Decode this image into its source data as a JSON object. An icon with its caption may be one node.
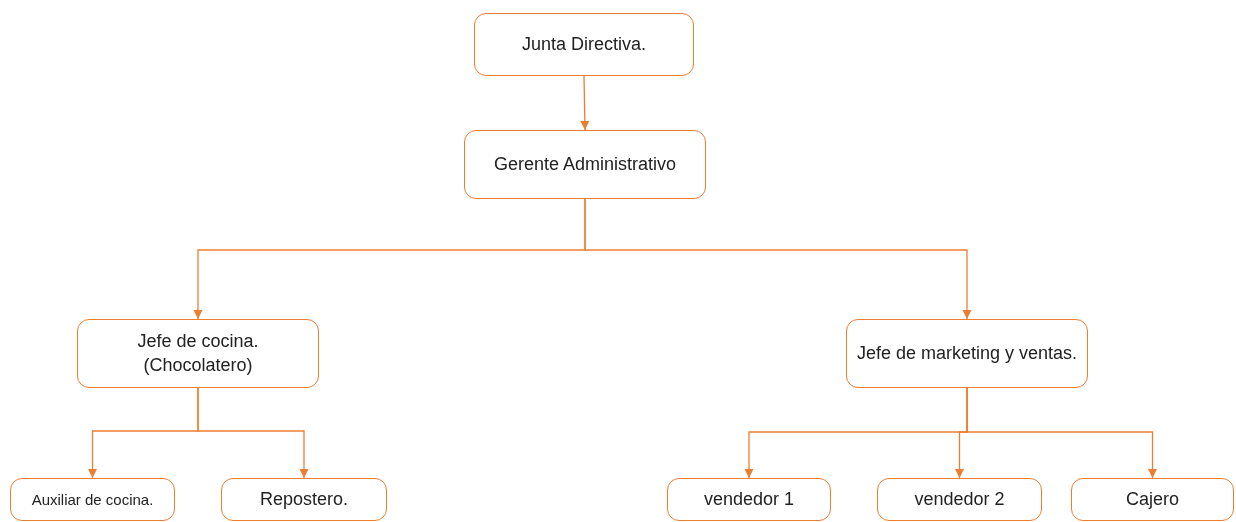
{
  "diagram": {
    "nodes": [
      {
        "text": [
          "Junta Directiva."
        ]
      },
      {
        "text": [
          "Gerente Administrativo"
        ]
      },
      {
        "text": [
          "Jefe de cocina. (Chocolatero)"
        ]
      },
      {
        "text": [
          "Jefe de marketing y ventas."
        ]
      },
      {
        "text": [
          "Auxiliar de cocina."
        ]
      },
      {
        "text": [
          "Repostero."
        ]
      },
      {
        "text": [
          "vendedor 1"
        ]
      },
      {
        "text": [
          "vendedor 2"
        ]
      },
      {
        "text": [
          "Cajero"
        ]
      }
    ],
    "edges": [
      {
        "from": 0,
        "to": 1,
        "arrow": "to"
      },
      {
        "from": 1,
        "to": 2,
        "arrow": "to"
      },
      {
        "from": 1,
        "to": 3,
        "arrow": "to"
      },
      {
        "from": 2,
        "to": 4,
        "arrow": "to"
      },
      {
        "from": 2,
        "to": 5,
        "arrow": "to"
      },
      {
        "from": 3,
        "to": 6,
        "arrow": "to"
      },
      {
        "from": 3,
        "to": 7,
        "arrow": "to"
      },
      {
        "from": 3,
        "to": 8,
        "arrow": "to"
      }
    ]
  }
}
